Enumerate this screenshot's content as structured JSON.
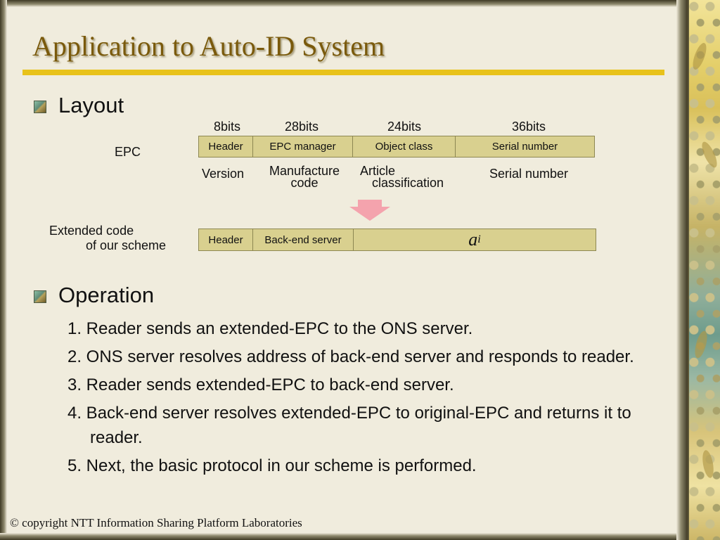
{
  "slide": {
    "title": "Application to Auto-ID System",
    "copyright": "© copyright NTT Information Sharing Platform Laboratories"
  },
  "layout_section": {
    "heading": "Layout",
    "bit_labels": [
      "8bits",
      "28bits",
      "24bits",
      "36bits"
    ],
    "epc_label": "EPC",
    "epc_fields": [
      "Header",
      "EPC manager",
      "Object class",
      "Serial number"
    ],
    "field_meanings": {
      "version": "Version",
      "manufacture_line1": "Manufacture",
      "manufacture_line2": "code",
      "article_line1": "Article",
      "article_line2": "classification",
      "serial": "Serial number"
    },
    "extended_label_line1": "Extended code",
    "extended_label_line2": "of our scheme",
    "extended_fields": [
      "Header",
      "Back-end server"
    ],
    "ai_symbol": "a",
    "ai_subscript": "i",
    "arrow_color": "#f4a3ad"
  },
  "operation_section": {
    "heading": "Operation",
    "steps": [
      "1. Reader sends an extended-EPC to the ONS server.",
      "2. ONS server resolves address of back-end server and responds to reader.",
      "3. Reader sends extended-EPC to back-end server.",
      "4. Back-end server resolves extended-EPC to original-EPC and returns it to reader.",
      "5. Next, the basic protocol in our scheme is performed."
    ]
  },
  "colors": {
    "title": "#7a5a0c",
    "rule": "#e8c21a",
    "field_fill": "#d9d08f"
  }
}
